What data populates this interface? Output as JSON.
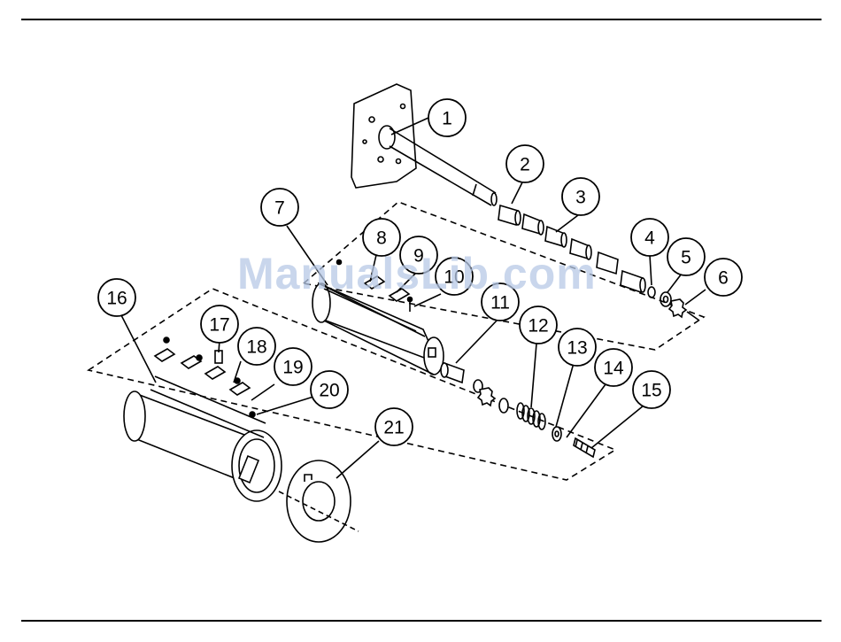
{
  "diagram": {
    "callouts": [
      "1",
      "2",
      "3",
      "4",
      "5",
      "6",
      "7",
      "8",
      "9",
      "10",
      "11",
      "12",
      "13",
      "14",
      "15",
      "16",
      "17",
      "18",
      "19",
      "20",
      "21"
    ]
  },
  "watermark": {
    "text": "ManualsLib.com",
    "color": "#b7c9e6"
  },
  "colors": {
    "line": "#000000",
    "background": "#ffffff"
  }
}
